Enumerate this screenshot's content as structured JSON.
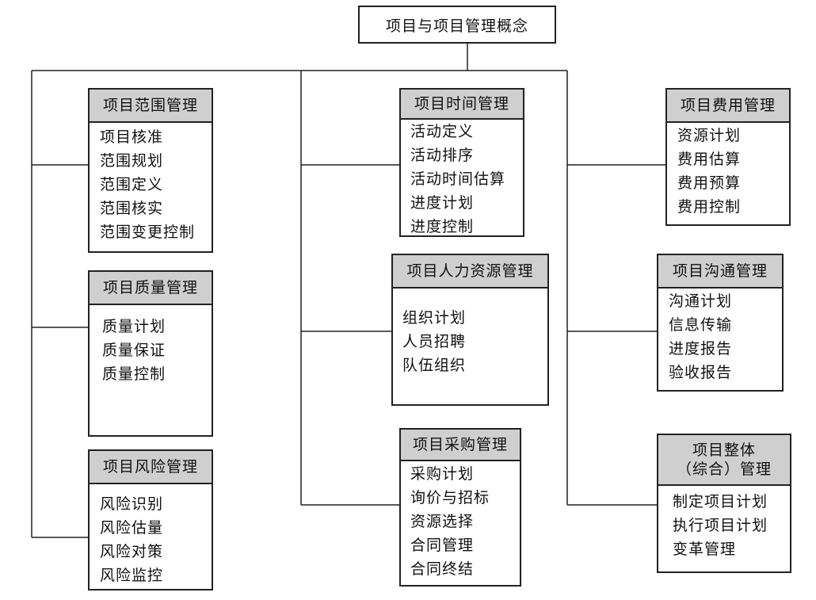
{
  "root": {
    "label": "项目与项目管理概念"
  },
  "areas": [
    {
      "id": "scope",
      "title": "项目范围管理",
      "items": [
        "项目核准",
        "范围规划",
        "范围定义",
        "范围核实",
        "范围变更控制"
      ]
    },
    {
      "id": "quality",
      "title": "项目质量管理",
      "items": [
        "质量计划",
        "质量保证",
        "质量控制"
      ]
    },
    {
      "id": "risk",
      "title": "项目风险管理",
      "items": [
        "风险识别",
        "风险估量",
        "风险对策",
        "风险监控"
      ]
    },
    {
      "id": "time",
      "title": "项目时间管理",
      "items": [
        "活动定义",
        "活动排序",
        "活动时间估算",
        "进度计划",
        "进度控制"
      ]
    },
    {
      "id": "hr",
      "title": "项目人力资源管理",
      "items": [
        "组织计划",
        "人员招聘",
        "队伍组织"
      ]
    },
    {
      "id": "procurement",
      "title": "项目采购管理",
      "items": [
        "采购计划",
        "询价与招标",
        "资源选择",
        "合同管理",
        "合同终结"
      ]
    },
    {
      "id": "cost",
      "title": "项目费用管理",
      "items": [
        "资源计划",
        "费用估算",
        "费用预算",
        "费用控制"
      ]
    },
    {
      "id": "communication",
      "title": "项目沟通管理",
      "items": [
        "沟通计划",
        "信息传输",
        "进度报告",
        "验收报告"
      ]
    },
    {
      "id": "integration",
      "title": "项目整体\n（综合）管理",
      "items": [
        "制定项目计划",
        "执行项目计划",
        "变革管理"
      ]
    }
  ]
}
